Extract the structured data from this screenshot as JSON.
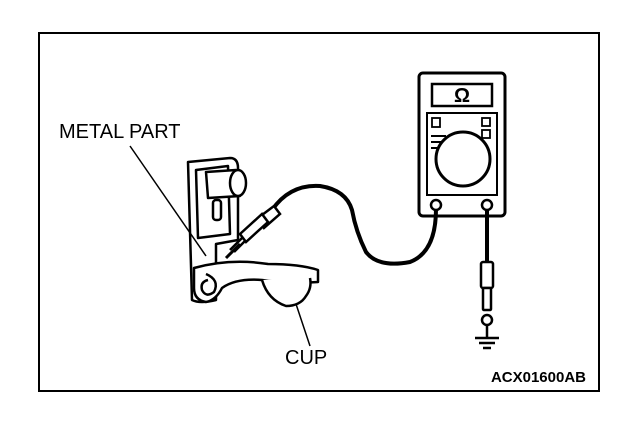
{
  "diagram": {
    "labels": {
      "metal_part": "METAL PART",
      "cup": "CUP",
      "figure_code": "ACX01600AB"
    },
    "meter": {
      "display_symbol": "Ω"
    },
    "colors": {
      "ink": "#000000",
      "paper": "#ffffff"
    }
  }
}
